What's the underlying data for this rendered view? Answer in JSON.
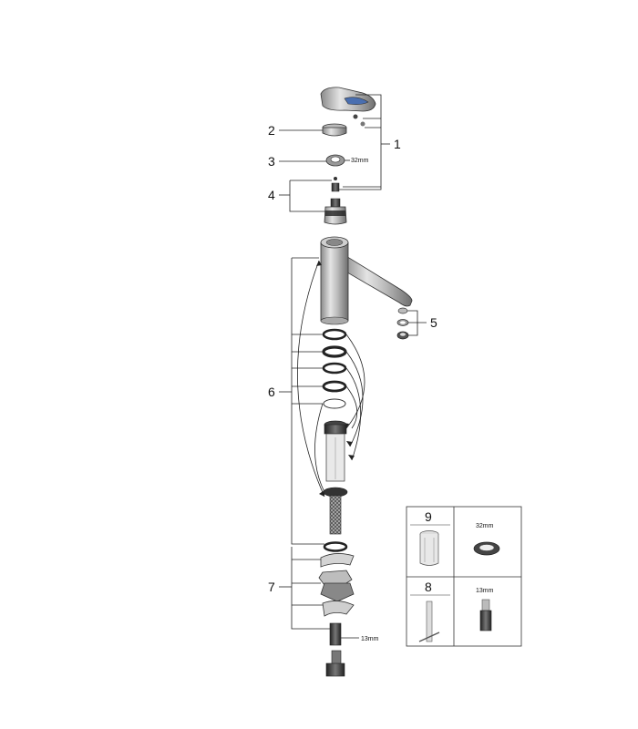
{
  "callouts": [
    "1",
    "2",
    "3",
    "4",
    "5",
    "6",
    "7"
  ],
  "dimensions": {
    "nut_main": "32mm",
    "shank": "13mm"
  },
  "tool_box": {
    "row1_number": "9",
    "row1_size": "32mm",
    "row2_number": "8",
    "row2_size": "13mm"
  }
}
